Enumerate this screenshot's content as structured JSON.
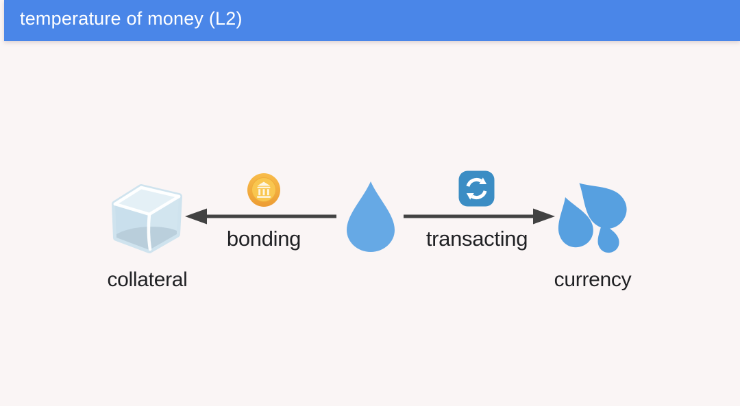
{
  "header": {
    "title": "temperature of money (L2)"
  },
  "diagram": {
    "center_node": {
      "icon": "water-droplet"
    },
    "nodes": [
      {
        "label": "collateral",
        "icon": "ice-cube",
        "position": "left"
      },
      {
        "label": "currency",
        "icon": "splash-droplets",
        "position": "right"
      }
    ],
    "edges": [
      {
        "label": "bonding",
        "icon": "bank-coin",
        "arrow_direction": "left"
      },
      {
        "label": "transacting",
        "icon": "cycle-arrows",
        "arrow_direction": "right"
      }
    ]
  },
  "colors": {
    "header_bg": "#4a86e8",
    "header_text": "#ffffff",
    "page_bg": "#faf5f5",
    "droplet_blue": "#66a9e5",
    "splash_blue": "#57a0e0",
    "transact_blue": "#3b8dc4",
    "coin_gold": "#f2a93c",
    "coin_face": "#f9c64f",
    "ice_blue": "#cfe3ee",
    "arrow_gray": "#424242",
    "label_text": "#202124"
  }
}
